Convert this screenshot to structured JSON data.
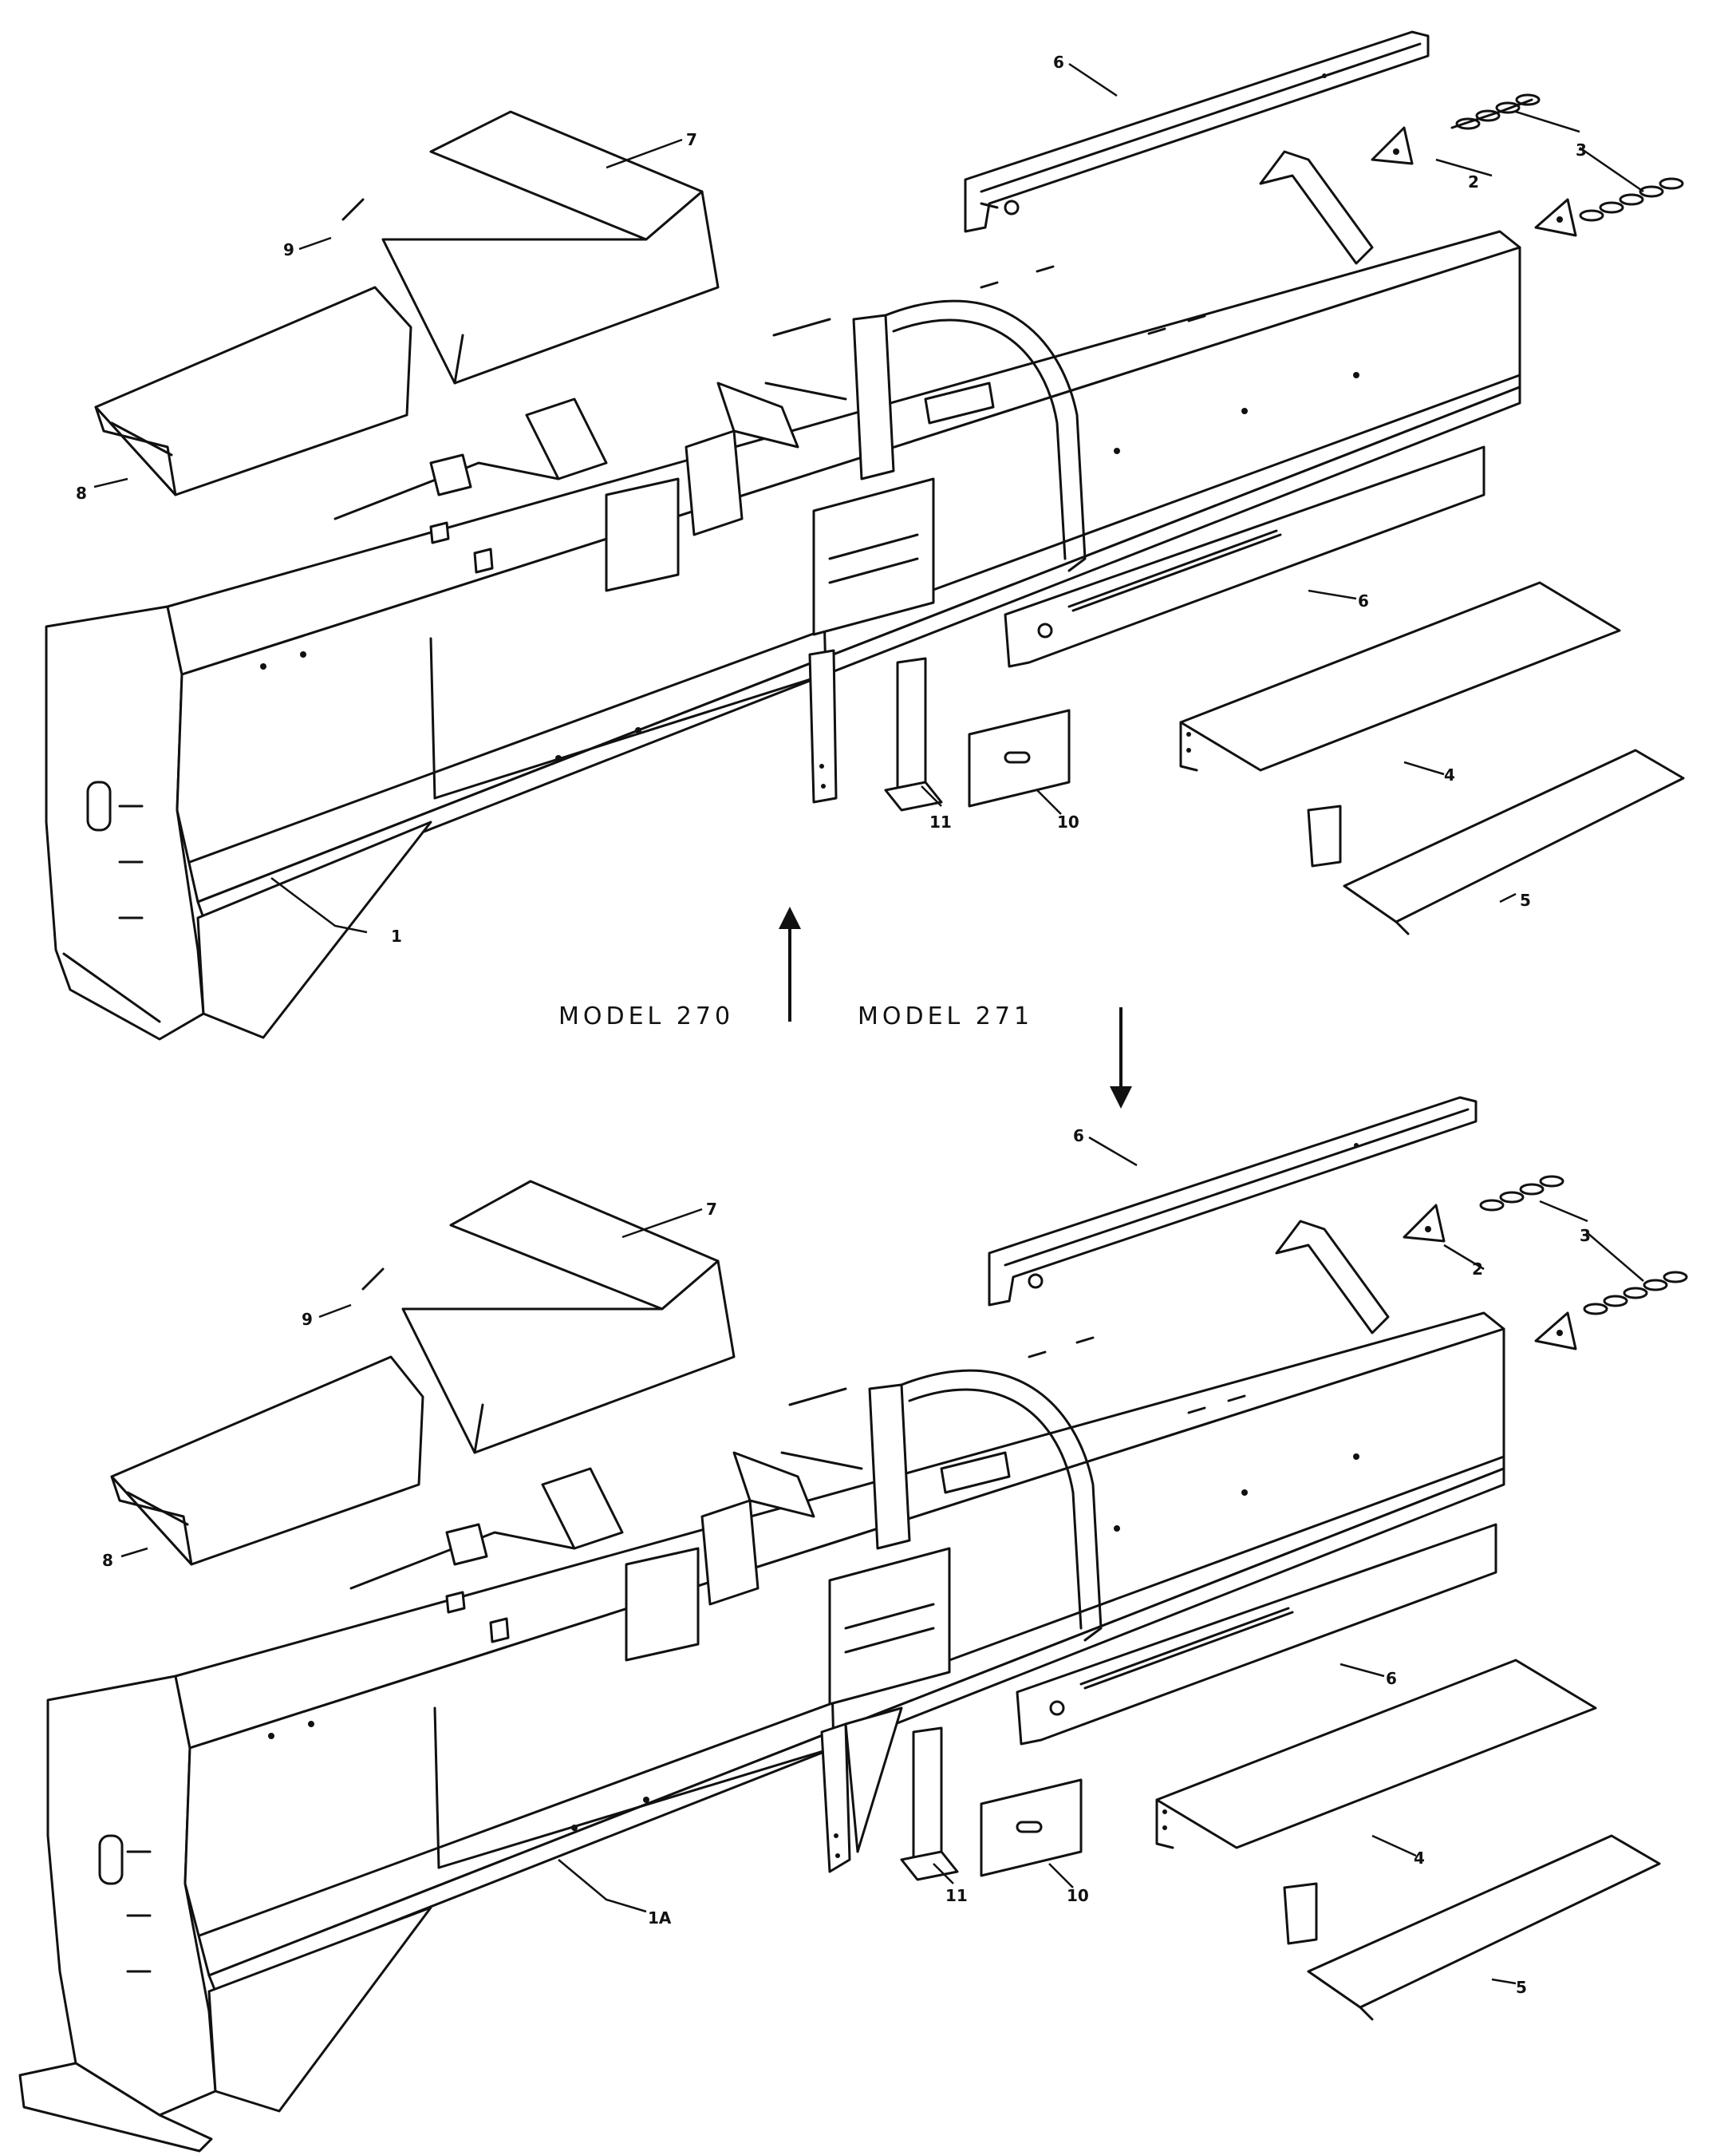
{
  "models": {
    "upper": "MODEL 270",
    "lower": "MODEL 271"
  },
  "callouts": {
    "upper": {
      "n1": "1",
      "n2": "2",
      "n3": "3",
      "n4": "4",
      "n5": "5",
      "n6a": "6",
      "n6b": "6",
      "n7": "7",
      "n8": "8",
      "n9": "9",
      "n10": "10",
      "n11": "11"
    },
    "lower": {
      "n1a": "1A",
      "n2": "2",
      "n3": "3",
      "n4": "4",
      "n5": "5",
      "n6a": "6",
      "n6b": "6",
      "n7": "7",
      "n8": "8",
      "n9": "9",
      "n10": "10",
      "n11": "11"
    }
  }
}
